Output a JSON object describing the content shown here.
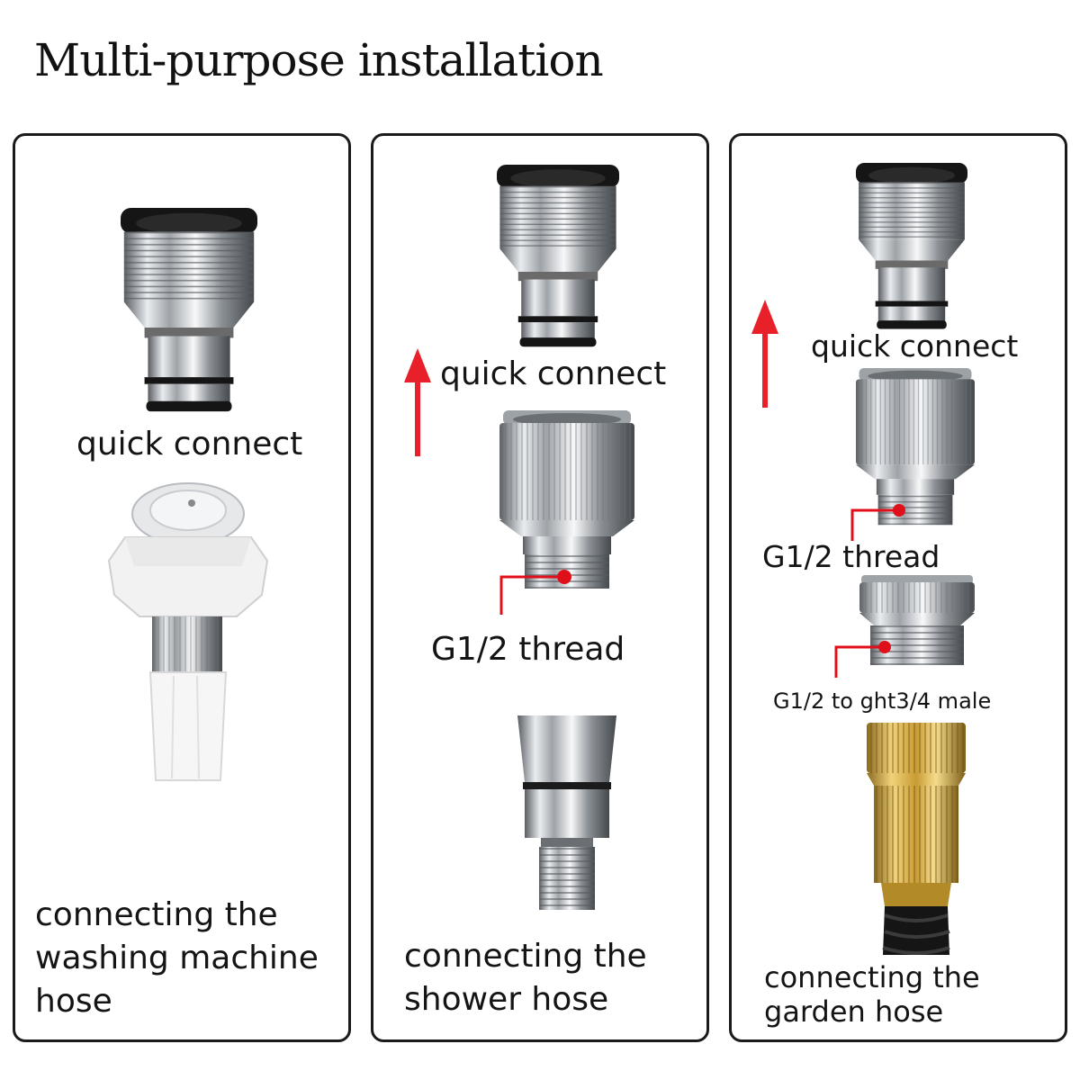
{
  "title": "Multi-purpose installation",
  "panels": [
    {
      "parts": [
        "quick-connect-adapter",
        "washing-machine-hose-connector"
      ],
      "labels": {
        "quick_connect": "quick connect"
      },
      "description": [
        "connecting the",
        "washing machine",
        "hose"
      ]
    },
    {
      "parts": [
        "quick-connect-adapter",
        "g12-thread-connector",
        "shower-hose-connector"
      ],
      "labels": {
        "quick_connect": "quick connect",
        "thread": "G1/2 thread"
      },
      "description": [
        "connecting the",
        "shower hose"
      ]
    },
    {
      "parts": [
        "quick-connect-adapter",
        "g12-thread-connector",
        "ght-adapter",
        "brass-garden-hose-connector"
      ],
      "labels": {
        "quick_connect": "quick connect",
        "thread": "G1/2 thread",
        "adapter": "G1/2 to ght3/4 male"
      },
      "description": [
        "connecting the",
        "garden hose"
      ]
    }
  ],
  "colors": {
    "arrow": "#e8202a",
    "pointer": "#e0101a",
    "border": "#1a1a1a",
    "brass": "#d8b04a",
    "chrome": "#c9ccd0"
  },
  "icons": [
    "up-arrow-icon",
    "pointer-marker-icon"
  ]
}
